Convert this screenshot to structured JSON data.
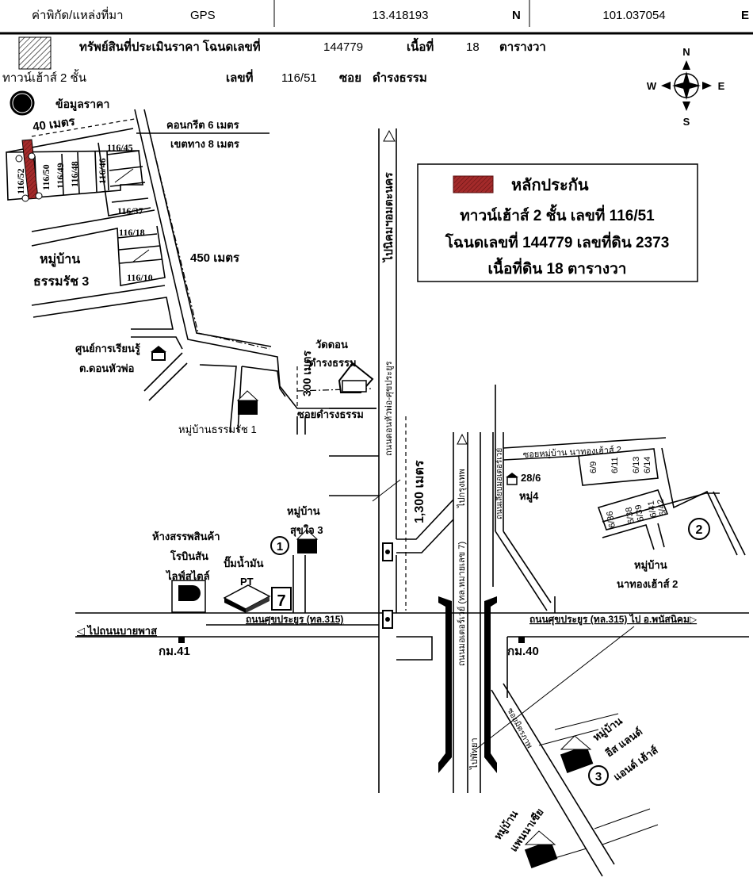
{
  "header": {
    "coord_label": "ค่าพิกัด/แหล่งที่มา",
    "source": "GPS",
    "lat": "13.418193",
    "lat_dir": "N",
    "lon": "101.037054",
    "lon_dir": "E"
  },
  "property": {
    "label": "ทรัพย์สินที่ประเมินราคา โฉนดเลขที่",
    "deed_no": "144779",
    "area_label": "เนื้อที่",
    "area": "18",
    "area_unit": "ตารางวา",
    "type": "ทาวน์เฮ้าส์ 2 ชั้น",
    "no_label": "เลขที่",
    "house_no": "116/51",
    "soi_label": "ซอย",
    "soi": "ดำรงธรรม"
  },
  "compass": {
    "n": "N",
    "s": "S",
    "w": "W",
    "e": "E"
  },
  "legend": {
    "price_data": "ข้อมูลราคา",
    "collateral_title": "หลักประกัน",
    "line1": "ทาวน์เฮ้าส์ 2 ชั้น เลขที่ 116/51",
    "line2": "โฉนดเลขที่ 144779 เลขที่ดิน 2373",
    "line3": "เนื้อที่ดิน 18 ตารางวา",
    "collateral_color": "#a32a2a"
  },
  "labels": {
    "dist_40": "40 เมตร",
    "concrete": "คอนกรีต 6 เมตร",
    "row": "เขตทาง 8 เมตร",
    "dist_450": "450 เมตร",
    "village_thammarat3_a": "หมู่บ้าน",
    "village_thammarat3_b": "ธรรมรัช 3",
    "learning_center_a": "ศูนย์การเรียนรู้",
    "learning_center_b": "ต.ดอนหัวพ่อ",
    "village_thammarat1": "หมู่บ้านธรรมรัช 1",
    "temple_a": "วัดดอน",
    "temple_b": "ดำรงธรรม",
    "dist_300": "300 เมตร",
    "soi_damrongtham": "ซอยดำรงธรรม",
    "to_amata": "ไปนิคมฯอมตะนคร",
    "road_donhuapho": "ถนนดอนหัวพ่อ-ศุขประยูร",
    "dist_1300": "1,300 เมตร",
    "to_bangkok": "ไปกรุงเทพ",
    "motorway": "ถนนมอเตอร์เวย์ (ทล.หมายเลข 7)",
    "to_pattaya": "ไปพัทยา",
    "frontage_road": "ถนนเลียบมอเตอร์เวย์",
    "soi_nathong": "ซอยหมู่บ้าน นาทองเฮ้าส์ 2",
    "house_286": "28/6",
    "moo4": "หมู่4",
    "village_nathong_a": "หมู่บ้าน",
    "village_nathong_b": "นาทองเฮ้าส์ 2",
    "village_sukjai_a": "หมู่บ้าน",
    "village_sukjai_b": "สุขใจ 3",
    "mall_a": "ห้างสรรพสินค้า",
    "mall_b": "โรบินสัน",
    "mall_c": "ไลฟ์สไตล์",
    "gas_station": "ปั๊มน้ำมัน",
    "pt": "PT",
    "road_sukprayoon_w": "ถนนศุขประยูร (ทล.315)",
    "to_bypass": "ไปถนนบายพาส",
    "km41": "กม.41",
    "km40": "กม.40",
    "road_sukprayoon_e": "ถนนศุขประยูร (ทล.315) ไป อ.พนัสนิคม",
    "soi_mitrapap": "ซอยมิตรภาพ",
    "village_east_a": "หมู่บ้าน",
    "village_east_b": "อีส แลนด์",
    "village_east_c": "แอนด์ เฮ้าส์",
    "village_panacea_a": "หมู่บ้าน",
    "village_panacea_b": "แพนนาเซีย",
    "marker1": "1",
    "marker2": "2",
    "marker3": "3"
  },
  "lots_left": [
    "116/52",
    "116/50",
    "116/49",
    "116/48",
    "116/46",
    "116/45",
    "116/37",
    "116/18",
    "116/10"
  ],
  "lots_right": [
    "6/9",
    "6/11",
    "6/13",
    "6/14",
    "6/36",
    "6/38",
    "6/39",
    "6/41",
    "6/42"
  ]
}
